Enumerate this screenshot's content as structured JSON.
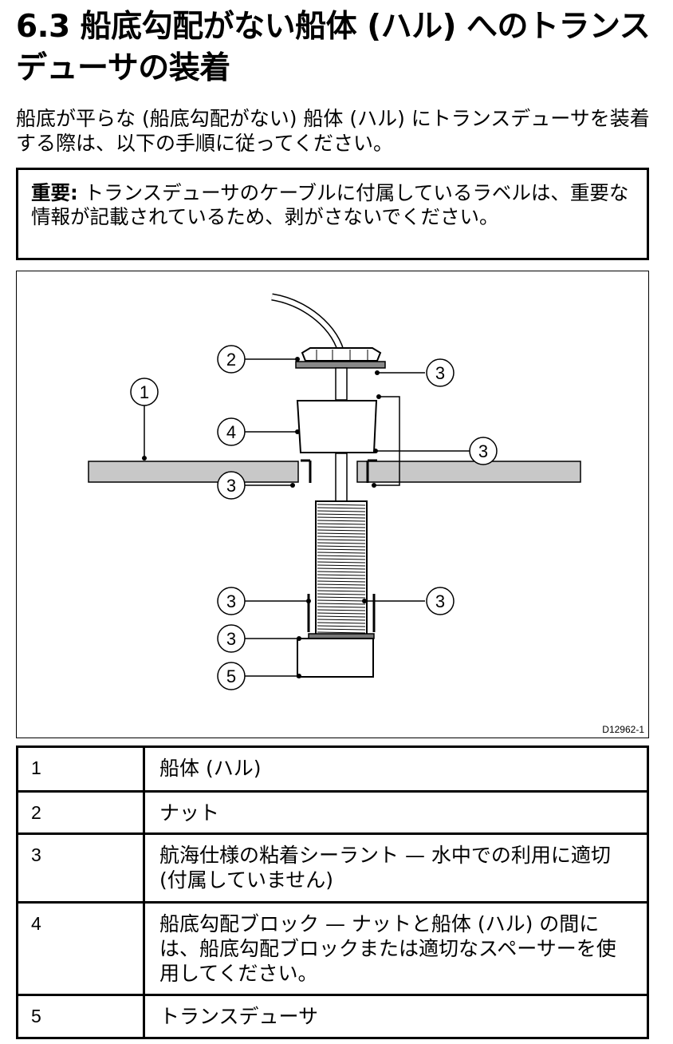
{
  "heading": "6.3 船底勾配がない船体 (ハル) へのトランスデューサの装着",
  "intro": "船底が平らな (船底勾配がない) 船体 (ハル) にトランスデューサを装着する際は、以下の手順に従ってください。",
  "note": {
    "label": "重要:",
    "text": " トランスデューサのケーブルに付属しているラベルは、重要な情報が記載されているため、剥がさないでください。"
  },
  "figure": {
    "id": "D12962-1",
    "callouts": [
      "1",
      "2",
      "3",
      "4",
      "3",
      "3",
      "3",
      "3",
      "3",
      "5"
    ]
  },
  "legend": [
    {
      "num": "1",
      "desc": "船体 (ハル)"
    },
    {
      "num": "2",
      "desc": "ナット"
    },
    {
      "num": "3",
      "desc": "航海仕様の粘着シーラント — 水中での利用に適切 (付属していません)"
    },
    {
      "num": "4",
      "desc": "船底勾配ブロック — ナットと船体 (ハル) の間には、船底勾配ブロックまたは適切なスペーサーを使用してください。"
    },
    {
      "num": "5",
      "desc": "トランスデューサ"
    }
  ]
}
